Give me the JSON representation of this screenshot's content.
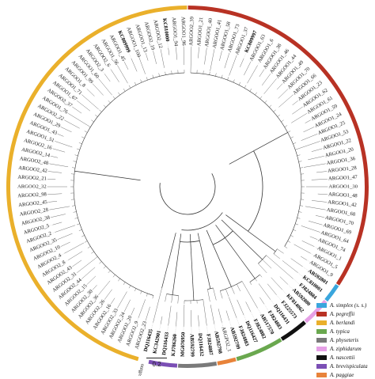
{
  "figure": {
    "scale_bar_label": "0.2",
    "outgroup_label": "outgroup"
  },
  "legend": [
    {
      "label": "A. simplex (s. s.)",
      "color": "#3aa6dd"
    },
    {
      "label": "A. pegreffii",
      "color": "#b83224"
    },
    {
      "label": "A. berlandi",
      "color": "#eab02b"
    },
    {
      "label": "A. typica",
      "color": "#6aa84f"
    },
    {
      "label": "A. physeteris",
      "color": "#7a7a7a"
    },
    {
      "label": "A. ziphidarum",
      "color": "#e6a0e6"
    },
    {
      "label": "A. nascettii",
      "color": "#111111"
    },
    {
      "label": "A. brevispiculata",
      "color": "#7b4fb5"
    },
    {
      "label": "A. paggiae",
      "color": "#e8833a"
    }
  ],
  "clades": [
    {
      "species": "A. pegreffii",
      "color": "#b83224",
      "tips": [
        "ARGOO2_39",
        "ARGOO1_21",
        "ARGOO1_40",
        "ARGOO1_41",
        "ARGOO1_58",
        "ARGOO1_73",
        "ARGOO1_37",
        "KC809997",
        "ARGOO1_63",
        "ARGOO1_6",
        "ARGOO1_38",
        "ARGOO1_46",
        "ARGOO1_44",
        "ARGOO1_49",
        "ARGOO1_70",
        "ARGOO1_66",
        "ARGOO1_23",
        "ARGOO1_62",
        "ARGOO1_61",
        "ARGOO1_59",
        "ARGOO1_24",
        "ARGOO1_25",
        "ARGOO1_53",
        "ARGOO1_22",
        "ARGOO1_20",
        "ARGOO1_36",
        "ARGOO1_28",
        "ARGOO1_47",
        "ARGOO1_30",
        "ARGOO1_48",
        "ARGOO1_42",
        "ARGOO1_68",
        "ARGOO1_70",
        "ARGOO1_69",
        "ARGOO1_64",
        "ARGOO1_74",
        "ARGOO1_1",
        "ARGOO1_5",
        "ARGOO1_9"
      ]
    },
    {
      "species": "A. simplex (s. s.)",
      "color": "#3aa6dd",
      "tips": [
        "AB592801",
        "KC810001"
      ]
    },
    {
      "species": "A. ziphidarum",
      "color": "#e6a0e6",
      "tips": [
        "FJ824884",
        "AB592800",
        "KF814062"
      ]
    },
    {
      "species": "A. nascettii",
      "color": "#111111",
      "tips": [
        "FJ225573",
        "DQ116431",
        "FJ824883"
      ]
    },
    {
      "species": "A. typica",
      "color": "#6aa84f",
      "tips": [
        "AB517570",
        "FJ824882",
        "DQ116427",
        "FJ824883",
        "AB592799"
      ]
    },
    {
      "species": "A. paggiae",
      "color": "#e8833a",
      "tips": [
        "ARGPO2_1",
        "AB592798"
      ]
    },
    {
      "species": "A. physeteris",
      "color": "#7a7a7a",
      "tips": [
        "FJ824887",
        "DQ116432",
        "AB592799",
        "MG076950"
      ]
    },
    {
      "species": "A. brevispiculata",
      "color": "#7b4fb5",
      "tips": [
        "KJ786260",
        "DQ116433",
        "KC342901"
      ]
    },
    {
      "species": "outgroup",
      "color": "#ffffff",
      "tips": [
        "DQ116435"
      ]
    },
    {
      "species": "A. berlandi",
      "color": "#eab02b",
      "tips": [
        "ARGOO2_23",
        "ARGOO2_9",
        "ARGOO2_20",
        "ARGOO2_24",
        "ARGOO2_33",
        "ARGOO2_16",
        "ARGOO2_26",
        "ARGOO2_36",
        "ARGOO2_30",
        "ARGOO2_15",
        "ARGOO2_44",
        "ARGOO2_31",
        "ARGOO2_43",
        "ARGOO2_8",
        "ARGOO2_4",
        "ARGOO2_10",
        "ARGOO2_35",
        "ARGOO2_2",
        "ARGOO2_5",
        "ARGOO2_38",
        "ARGOO2_28",
        "ARGOO2_45",
        "ARGOO2_98",
        "ARGOO2_32",
        "ARGOO2_21",
        "ARGOO2_42",
        "ARGOO2_48",
        "ARGOO2_14",
        "ARGOO2_16",
        "ARGOO1_51",
        "ARGOO1_43",
        "ARGOO1_29",
        "ARGOO2_22",
        "ARGOO1_76",
        "ARGOO2_37",
        "ARGOO1_67",
        "ARGOO1_71",
        "ARGOO1_8",
        "ARGOO1_99",
        "ARGOO1_60",
        "ARGOO2_3",
        "ARGOO2_6",
        "ARGOO1_56",
        "ARGOO1_45",
        "KC809999",
        "ARGOO1_100",
        "ARGOO1_13",
        "ARGOO2_19",
        "ARGOO2_12",
        "KC810000",
        "ARGOO1_94",
        "ARGOO1_96"
      ]
    }
  ]
}
